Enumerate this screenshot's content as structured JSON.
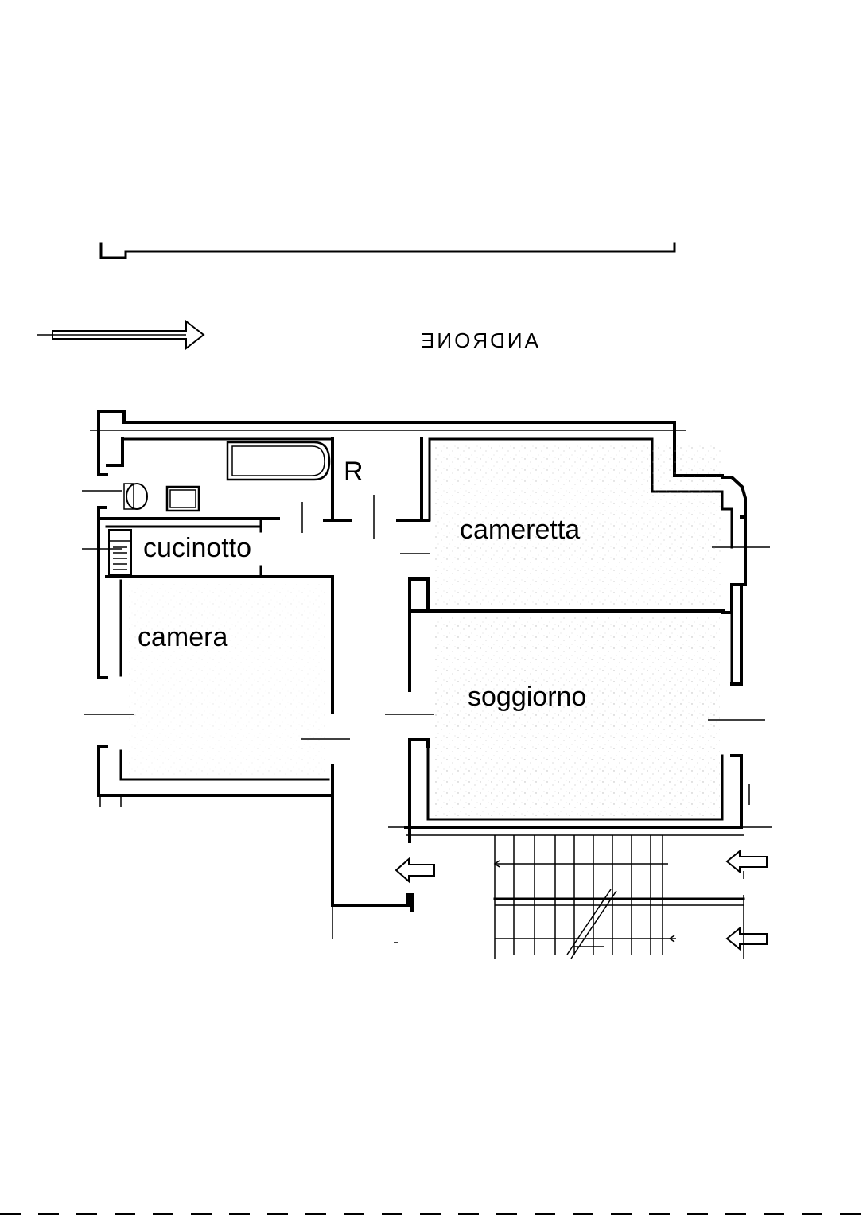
{
  "rooms": {
    "cameretta": "cameretta",
    "cucinotto": "cucinotto",
    "camera": "camera",
    "soggiorno": "soggiorno",
    "ripostiglio": "R"
  },
  "corridor_label": "ANDRONE",
  "colors": {
    "ink": "#000000",
    "paper": "#ffffff",
    "stipple": "#8a8a8a"
  },
  "icons": [
    "entrance-arrow-icon",
    "door-arrow-icon",
    "bathtub-icon",
    "toilet-icon",
    "sink-icon",
    "stove-icon"
  ]
}
